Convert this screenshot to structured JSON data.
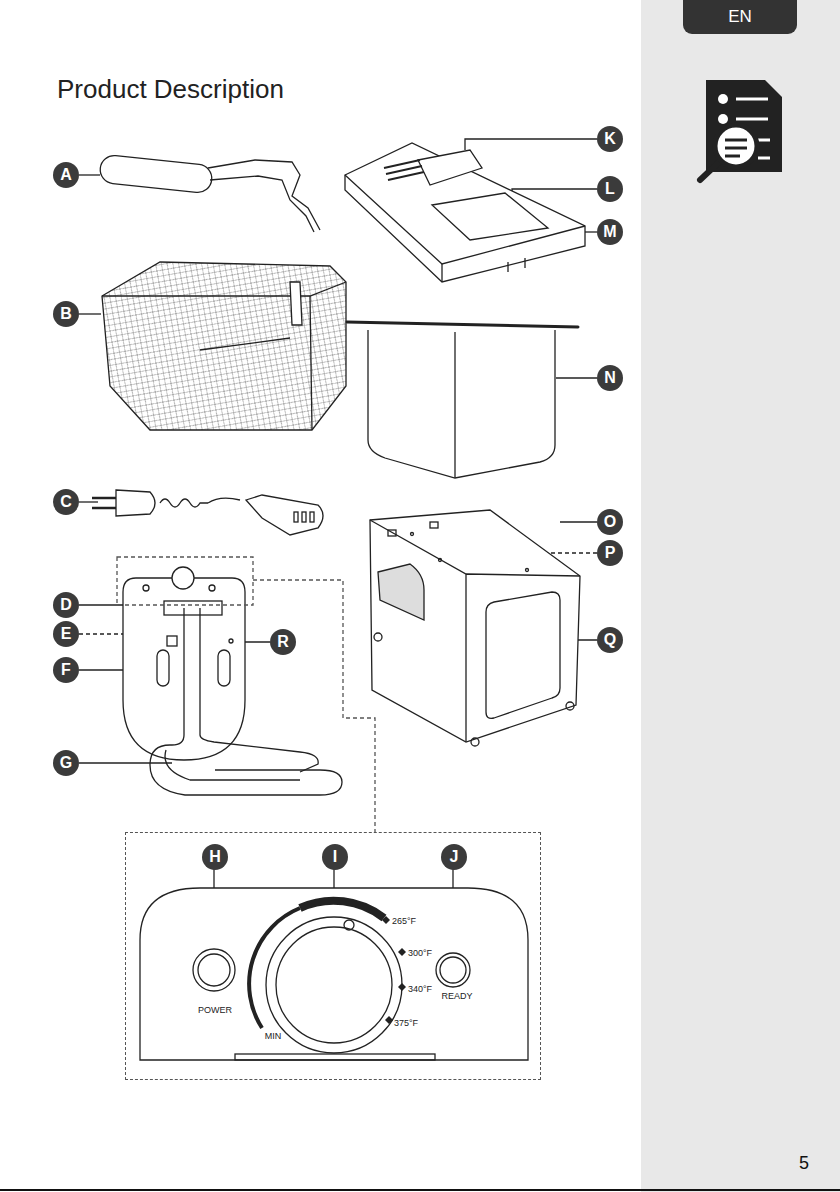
{
  "diagram": {
    "title": "Product Description",
    "nodes": [
      {
        "text": [
          "EN"
        ]
      },
      {
        "text": [
          "A"
        ]
      },
      {
        "text": [
          "K"
        ]
      },
      {
        "text": [
          "L"
        ]
      },
      {
        "text": [
          "M"
        ]
      },
      {
        "text": [
          "B"
        ]
      },
      {
        "text": [
          "N"
        ]
      },
      {
        "text": [
          "C"
        ]
      },
      {
        "text": [
          "O"
        ]
      },
      {
        "text": [
          "P"
        ]
      },
      {
        "text": [
          "D"
        ]
      },
      {
        "text": [
          "E"
        ]
      },
      {
        "text": [
          "F"
        ]
      },
      {
        "text": [
          "R"
        ]
      },
      {
        "text": [
          "Q"
        ]
      },
      {
        "text": [
          "G"
        ]
      },
      {
        "text": [
          "POWER",
          "MIN",
          "265°F",
          "300°F",
          "340°F",
          "375°F",
          "READY"
        ]
      },
      {
        "text": [
          "H"
        ],
        "in": 16
      },
      {
        "text": [
          "I"
        ],
        "in": 16
      },
      {
        "text": [
          "J"
        ],
        "in": 16
      }
    ],
    "labels": [
      "5"
    ]
  }
}
